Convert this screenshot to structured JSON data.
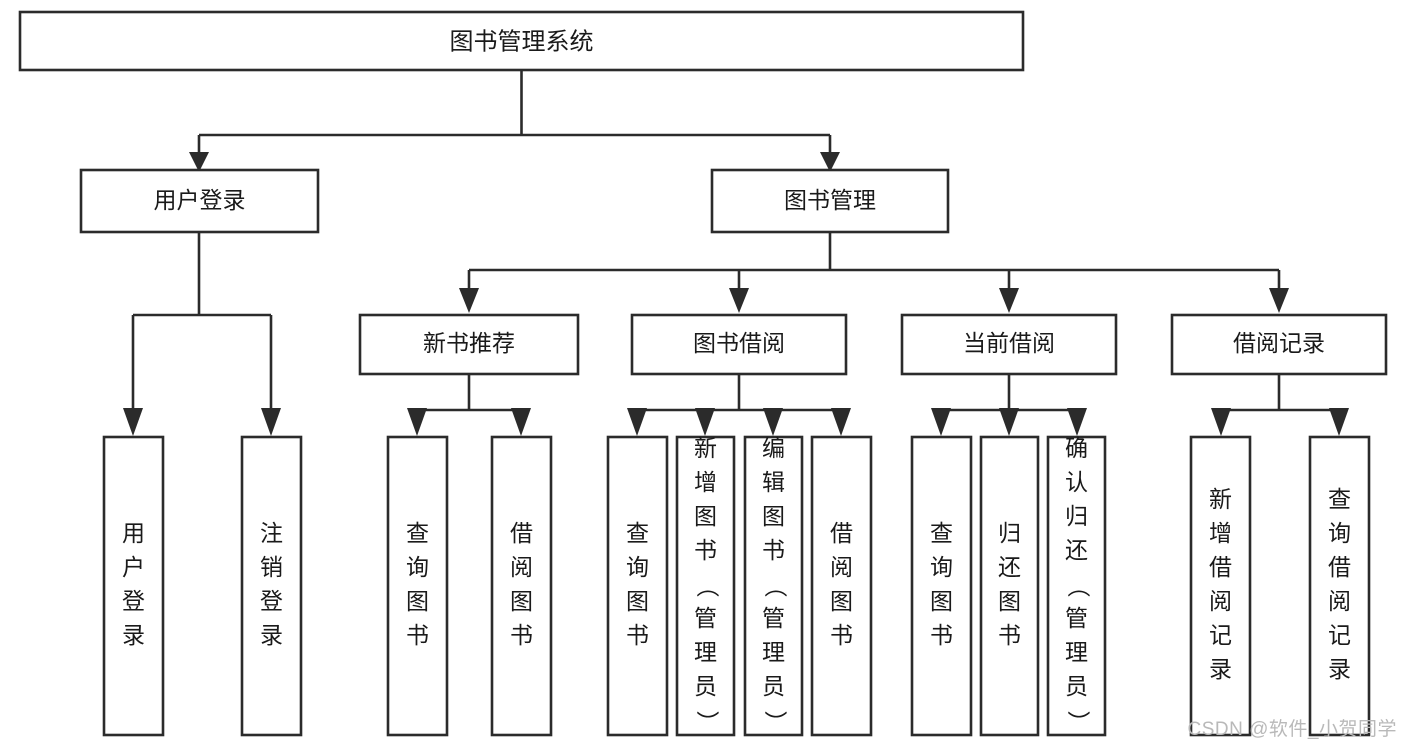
{
  "diagram": {
    "type": "tree",
    "title": "图书管理系统",
    "watermark": "CSDN @软件_小贺同学",
    "root": {
      "id": "root",
      "label": "图书管理系统"
    },
    "level2": [
      {
        "id": "user-login",
        "label": "用户登录"
      },
      {
        "id": "book-manage",
        "label": "图书管理"
      }
    ],
    "level3": [
      {
        "id": "new-book-recommend",
        "label": "新书推荐",
        "parent": "book-manage"
      },
      {
        "id": "book-borrow",
        "label": "图书借阅",
        "parent": "book-manage"
      },
      {
        "id": "current-borrow",
        "label": "当前借阅",
        "parent": "book-manage"
      },
      {
        "id": "borrow-record",
        "label": "借阅记录",
        "parent": "book-manage"
      }
    ],
    "leaves": [
      {
        "id": "leaf-user-login",
        "label": "用户登录",
        "parent": "user-login"
      },
      {
        "id": "leaf-user-logout",
        "label": "注销登录",
        "parent": "user-login"
      },
      {
        "id": "leaf-query-book-1",
        "label": "查询图书",
        "parent": "new-book-recommend"
      },
      {
        "id": "leaf-borrow-book-1",
        "label": "借阅图书",
        "parent": "new-book-recommend"
      },
      {
        "id": "leaf-query-book-2",
        "label": "查询图书",
        "parent": "book-borrow"
      },
      {
        "id": "leaf-add-book",
        "label": "新增图书（管理员）",
        "parent": "book-borrow"
      },
      {
        "id": "leaf-edit-book",
        "label": "编辑图书（管理员）",
        "parent": "book-borrow"
      },
      {
        "id": "leaf-borrow-book-2",
        "label": "借阅图书",
        "parent": "book-borrow"
      },
      {
        "id": "leaf-query-book-3",
        "label": "查询图书",
        "parent": "current-borrow"
      },
      {
        "id": "leaf-return-book",
        "label": "归还图书",
        "parent": "current-borrow"
      },
      {
        "id": "leaf-confirm-return",
        "label": "确认归还（管理员）",
        "parent": "current-borrow"
      },
      {
        "id": "leaf-add-record",
        "label": "新增借阅记录",
        "parent": "borrow-record"
      },
      {
        "id": "leaf-query-record",
        "label": "查询借阅记录",
        "parent": "borrow-record"
      }
    ],
    "colors": {
      "stroke": "#2b2b2b",
      "fill": "#ffffff",
      "text": "#1a1a1a",
      "watermark": "#b9b9b9"
    }
  }
}
